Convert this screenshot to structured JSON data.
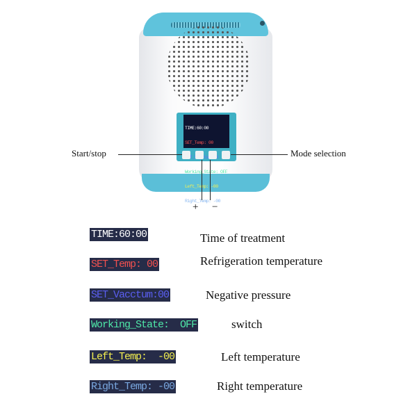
{
  "callouts": {
    "start_stop": "Start/stop",
    "mode": "Mode selection",
    "plus": "+",
    "minus": "−"
  },
  "screen_lines": [
    "TIME:60:00",
    "SET_Temp: 00",
    "SET_Vacctum:00",
    "Working_State: OFF",
    "Left_Temp: -00",
    "Right_Temp: -00"
  ],
  "legend": [
    {
      "code": "TIME:60:00",
      "color": "#ffffff",
      "desc": "Time of treatment"
    },
    {
      "code": "SET_Temp: 00",
      "color": "#f0504f",
      "desc": "Refrigeration temperature"
    },
    {
      "code": "SET_Vacctum:00",
      "color": "#5a5ef0",
      "desc": "Negative pressure"
    },
    {
      "code": "Working_State:  OFF",
      "color": "#4fe8a8",
      "desc": "switch"
    },
    {
      "code": "Left_Temp:  -00",
      "color": "#f4f050",
      "desc": "Left temperature"
    },
    {
      "code": "Right_Temp: -00",
      "color": "#7aa8e0",
      "desc": "Right temperature"
    }
  ],
  "colors": {
    "accent": "#5fc3dc",
    "chip_bg": "#262c48"
  }
}
